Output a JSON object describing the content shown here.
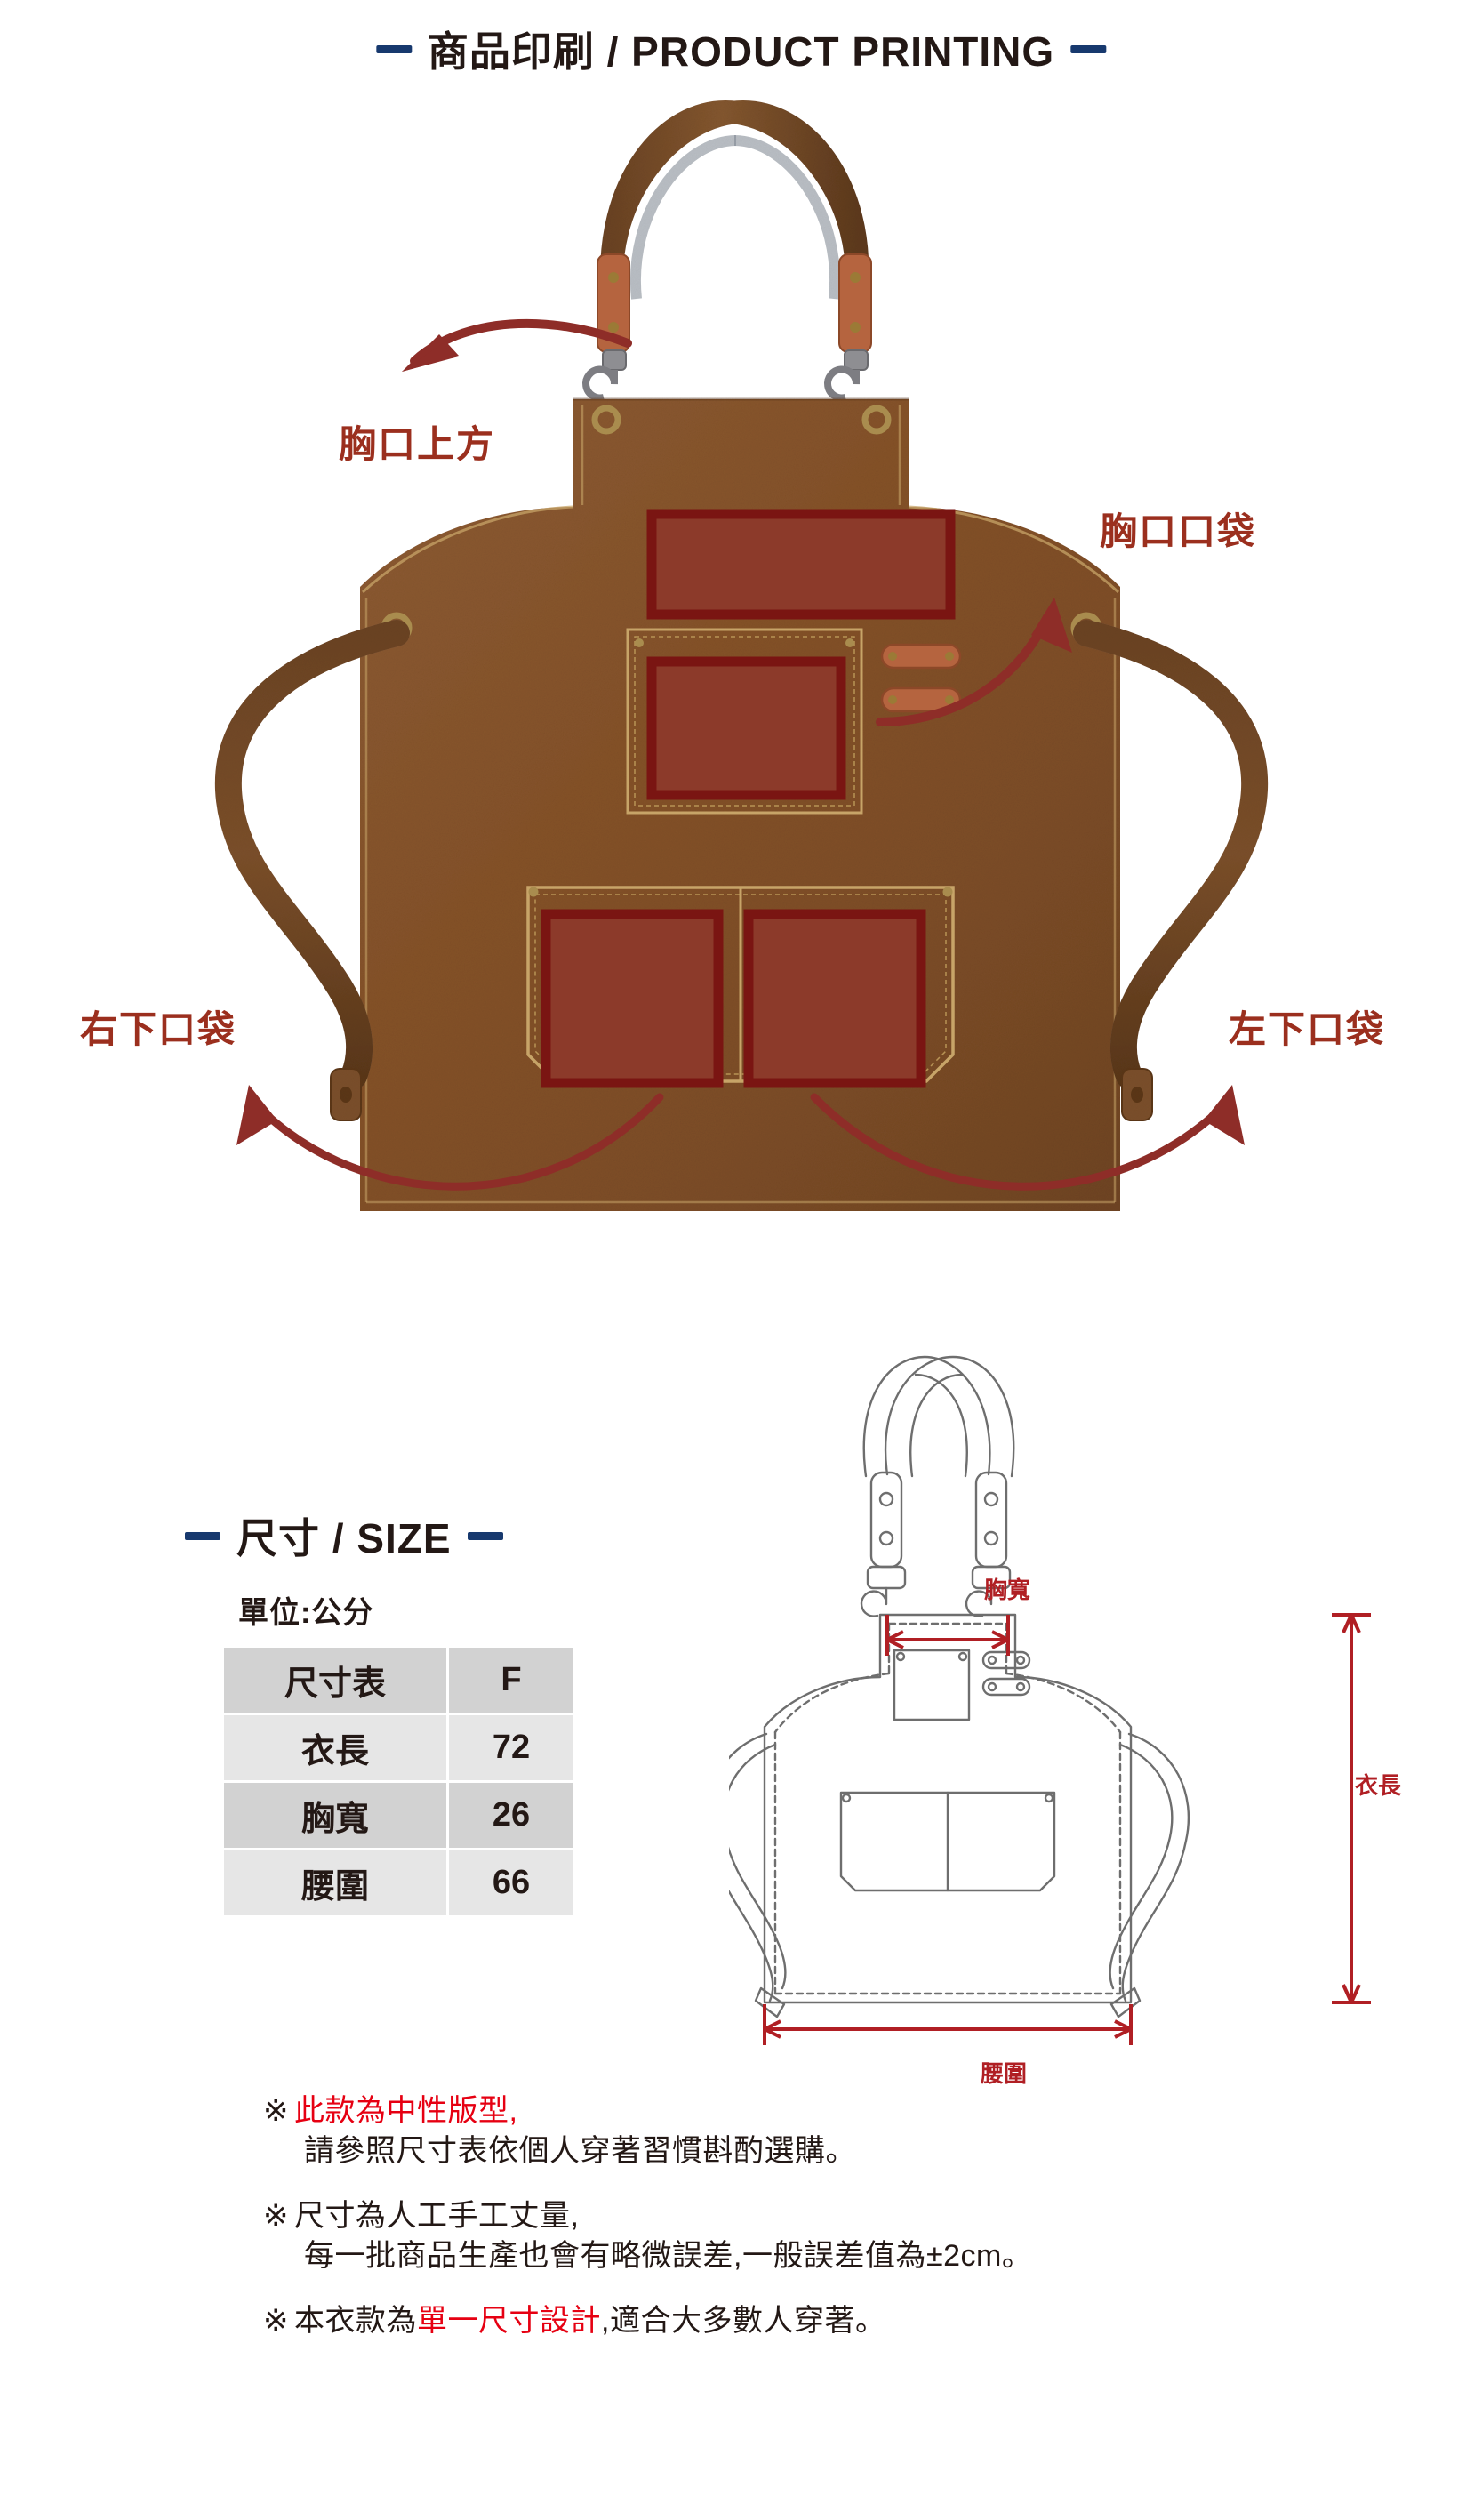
{
  "sections": {
    "printing": {
      "title": "商品印刷 / PRODUCT PRINTING",
      "dash_color": "#17396e"
    },
    "size": {
      "title": "尺寸 / SIZE",
      "unit": "單位:公分",
      "dash_color": "#17396e"
    }
  },
  "print_callouts": {
    "chest_top": "胸口上方",
    "chest_pocket": "胸口口袋",
    "right_bottom_pocket": "右下口袋",
    "left_bottom_pocket": "左下口袋",
    "label_color": "#9b2f1e"
  },
  "product": {
    "type": "apron",
    "body_color": "#8b5a33",
    "print_area_fill": "#8c3a2a",
    "print_area_border": "#7a1512",
    "strap_color": "#7a4f2c",
    "leather_tab_color": "#b5643f",
    "hardware_color": "#a08a55"
  },
  "size_table": {
    "headers": [
      "尺寸表",
      "F"
    ],
    "rows": [
      {
        "label": "衣長",
        "value": "72"
      },
      {
        "label": "胸寬",
        "value": "26"
      },
      {
        "label": "腰圍",
        "value": "66"
      }
    ],
    "header_bg": "#d2d2d2",
    "row_bg_odd": "#e6e6e6",
    "row_bg_even": "#d2d2d2"
  },
  "tech_drawing": {
    "dimensions": {
      "chest_width": "胸寬",
      "garment_length": "衣長",
      "waist": "腰圍"
    },
    "line_color": "#b01f24",
    "outline_color": "#6e6e6e"
  },
  "notes": [
    {
      "mark": "※",
      "line1_red": "此款為中性版型,",
      "line2": "請參照尺寸表依個人穿著習慣斟酌選購。"
    },
    {
      "mark": "※",
      "line1": "尺寸為人工手工丈量,",
      "line2": "每一批商品生產也會有略微誤差,一般誤差值為±2cm。"
    },
    {
      "mark": "※",
      "text_pre": "本衣款為",
      "text_red": "單一尺寸設計",
      "text_post": ",適合大多數人穿著。"
    }
  ]
}
